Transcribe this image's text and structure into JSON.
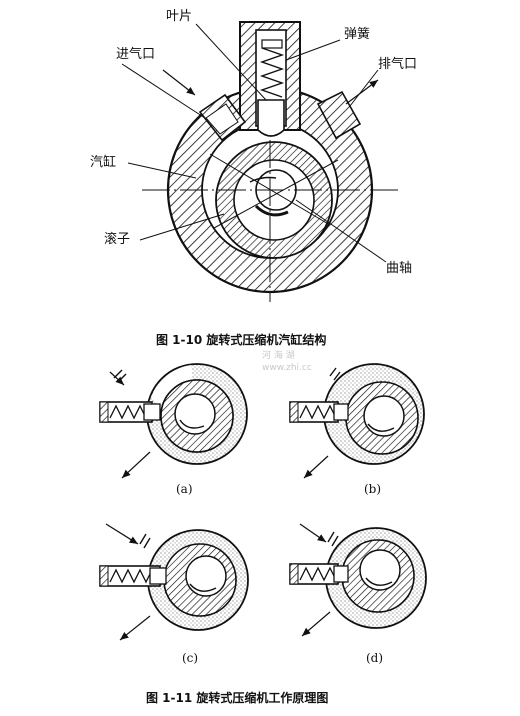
{
  "figure_top": {
    "labels": {
      "vane": "叶片",
      "spring": "弹簧",
      "intake": "进气口",
      "exhaust": "排气口",
      "cylinder": "汽缸",
      "roller": "滚子",
      "crankshaft": "曲轴"
    },
    "caption": "图 1-10   旋转式压缩机汽缸结构"
  },
  "watermark": {
    "line1": "河 海 湖",
    "line2": "www.zhi.cc"
  },
  "figure_bottom": {
    "panels": [
      {
        "label": "(a)"
      },
      {
        "label": "(b)"
      },
      {
        "label": "(c)"
      },
      {
        "label": "(d)"
      }
    ],
    "caption": "图 1-11   旋转式压缩机工作原理图"
  }
}
